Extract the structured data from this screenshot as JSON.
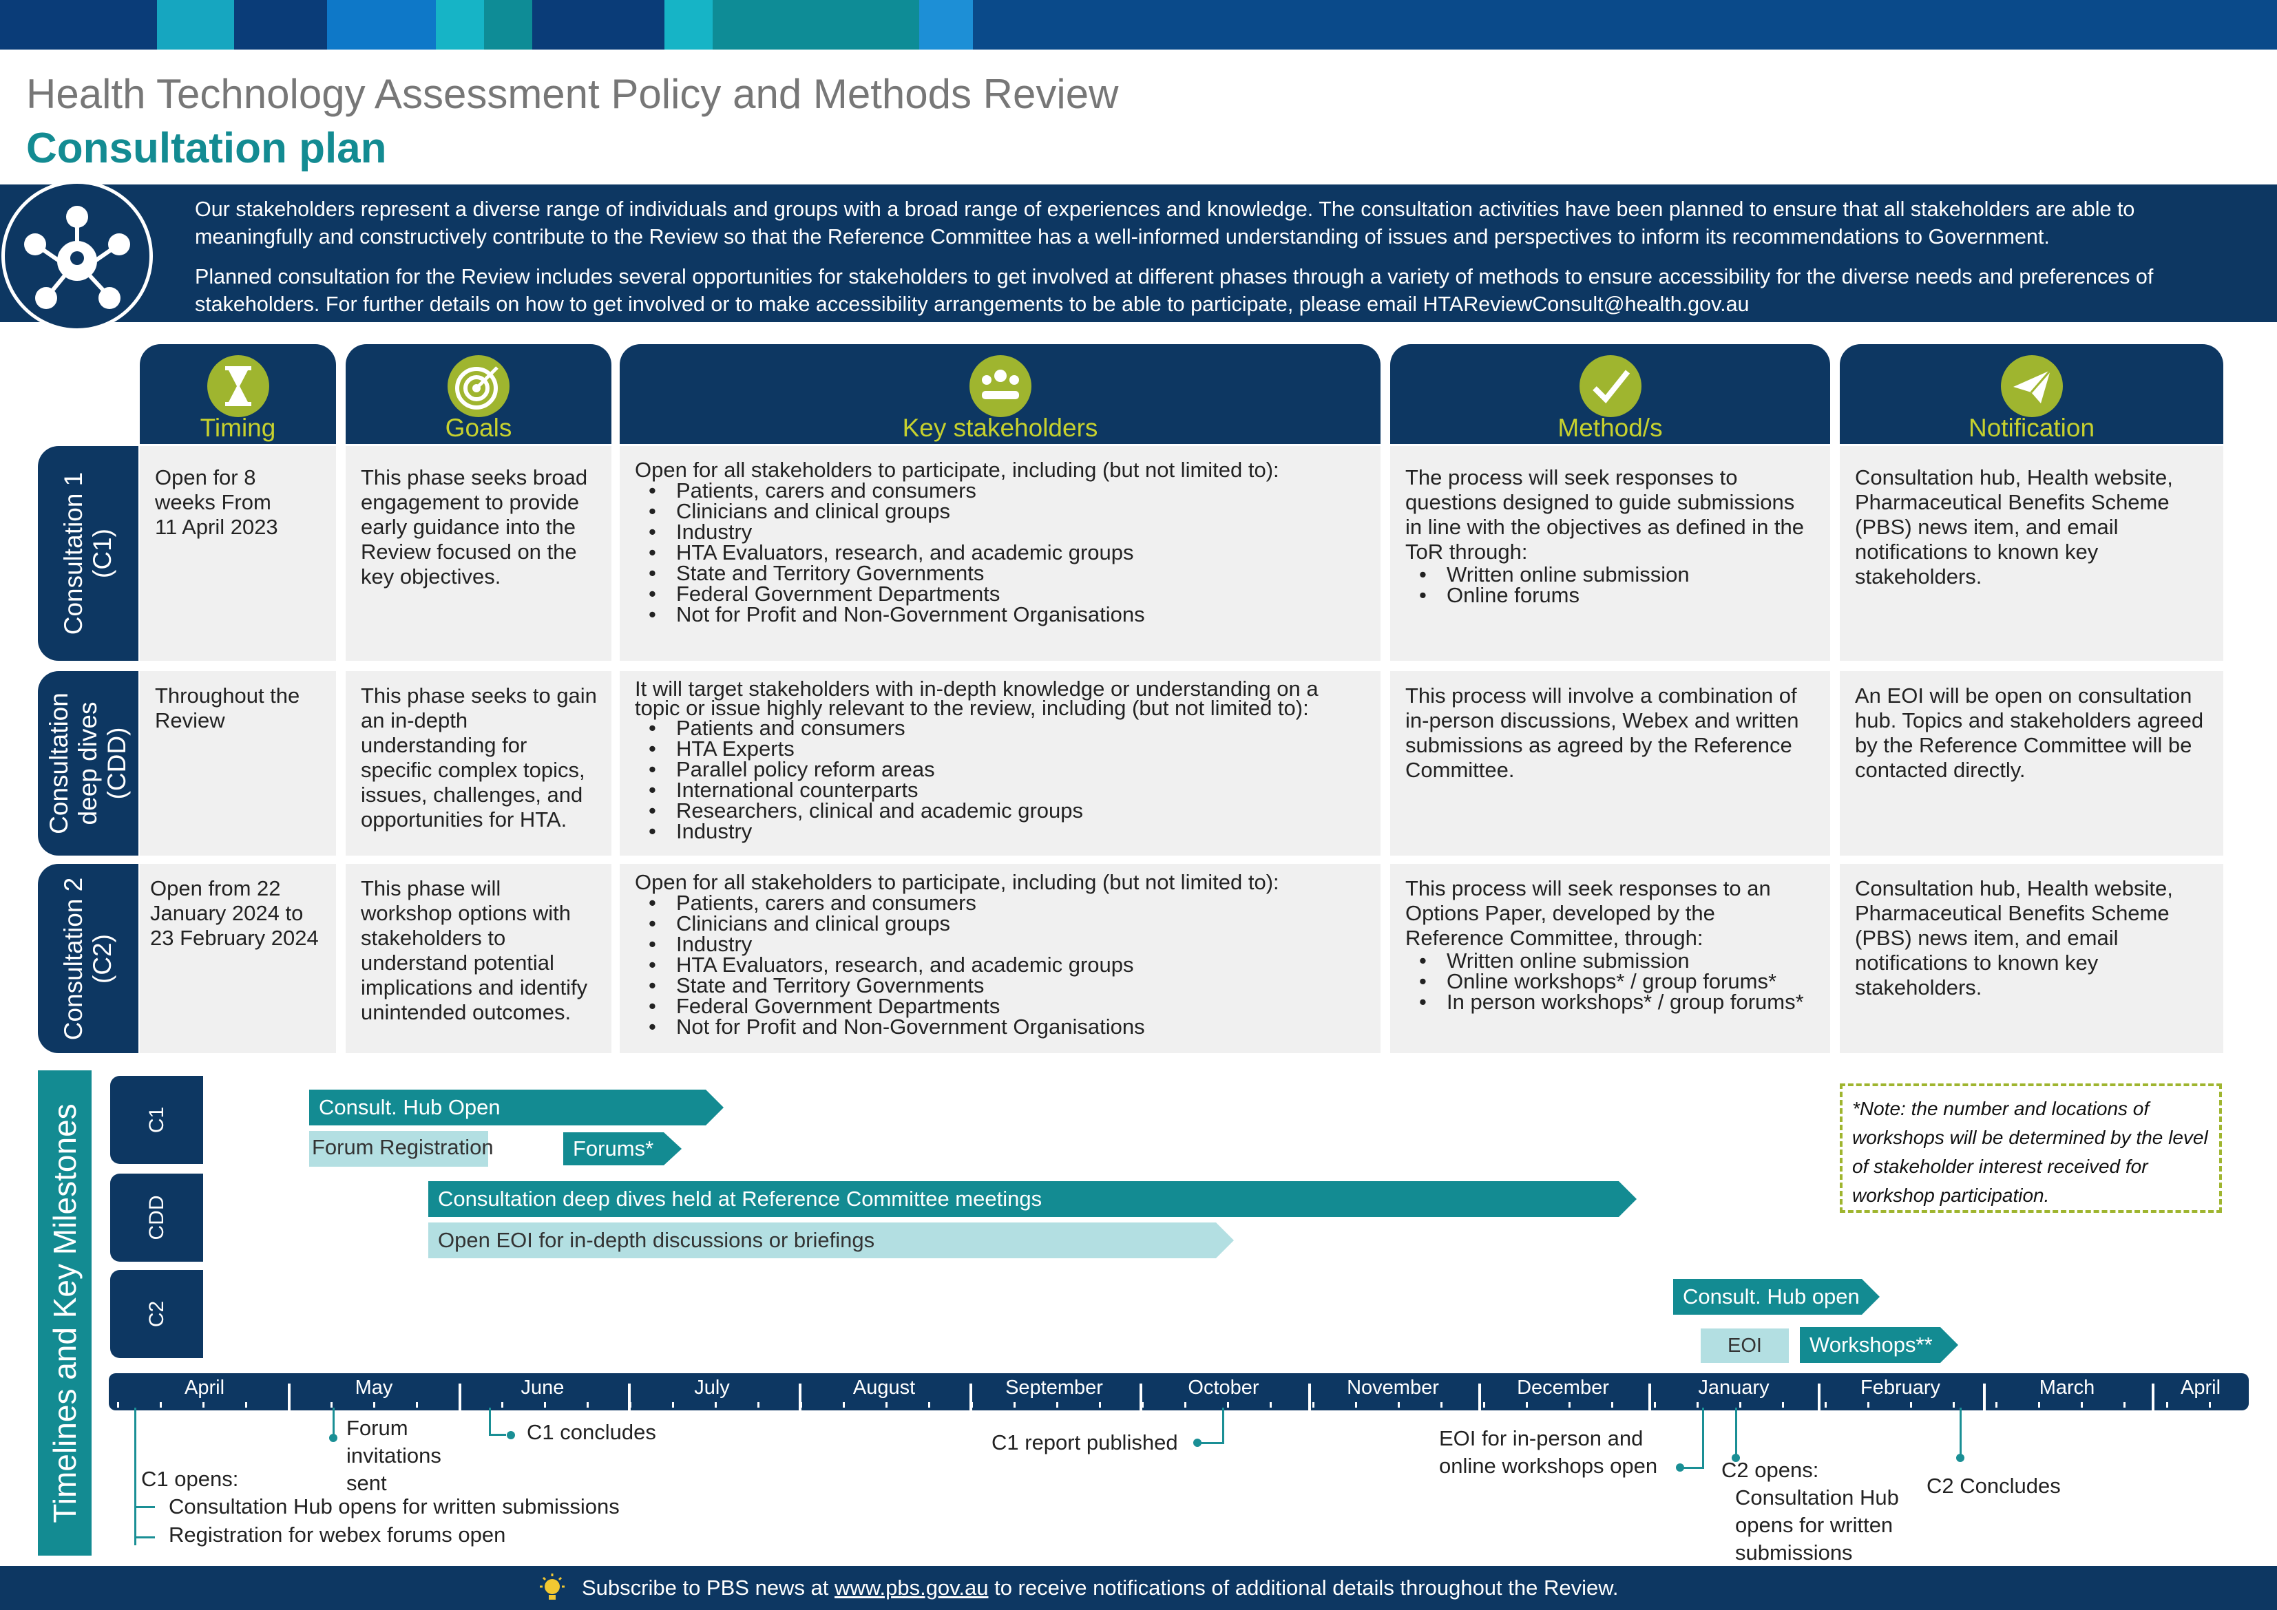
{
  "header": {
    "title": "Health Technology Assessment Policy and Methods Review",
    "subtitle": "Consultation plan"
  },
  "intro": {
    "p1": "Our stakeholders represent a diverse range of individuals and groups with a broad range of experiences and knowledge. The consultation activities have been planned to ensure that all stakeholders are able to meaningfully and constructively contribute to the Review so that the Reference Committee has a well-informed understanding of issues and perspectives to inform its recommendations to Government.",
    "p2": "Planned consultation for the Review includes several opportunities for stakeholders to get involved at different phases through a variety of methods to ensure accessibility for the diverse needs and preferences of stakeholders. For further details on how to get involved or to make accessibility arrangements to be able to participate, please email HTAReviewConsult@health.gov.au"
  },
  "columns": {
    "timing": "Timing",
    "goals": "Goals",
    "stakeholders": "Key stakeholders",
    "methods": "Method/s",
    "notification": "Notification"
  },
  "rows": {
    "c1": {
      "label": "Consultation 1 (C1)",
      "timing": "Open for 8 weeks From 11 April 2023",
      "goals": "This phase seeks broad engagement to provide early guidance into the Review focused on the key objectives.",
      "stakeholders_intro": "Open for all stakeholders to participate, including (but not limited to):",
      "stakeholders": [
        "Patients, carers and consumers",
        "Clinicians and clinical groups",
        "Industry",
        "HTA Evaluators, research, and academic groups",
        "State and Territory Governments",
        "Federal Government Departments",
        "Not for Profit and Non-Government Organisations"
      ],
      "methods_intro": "The process will seek responses to questions designed to guide submissions in line with the objectives as defined in the ToR through:",
      "methods": [
        "Written online submission",
        "Online forums"
      ],
      "notification": "Consultation hub, Health website, Pharmaceutical Benefits Scheme (PBS) news item, and email notifications to known key stakeholders."
    },
    "cdd": {
      "label": "Consultation deep dives (CDD)",
      "timing": "Throughout the Review",
      "goals": "This phase seeks to gain an in-depth understanding for specific complex topics, issues, challenges, and opportunities for HTA.",
      "stakeholders_intro": "It will target stakeholders with in-depth knowledge or understanding on a topic or issue highly relevant to the review, including (but not limited to):",
      "stakeholders": [
        "Patients and consumers",
        "HTA Experts",
        "Parallel policy reform areas",
        "International counterparts",
        "Researchers, clinical and academic  groups",
        "Industry"
      ],
      "methods_intro": "This process will involve a combination of in-person discussions, Webex and written submissions as agreed by the Reference Committee.",
      "notification": "An EOI will be open on consultation hub. Topics and stakeholders  agreed by the Reference Committee will be contacted directly."
    },
    "c2": {
      "label": "Consultation 2 (C2)",
      "timing": "Open from 22 January 2024 to 23 February 2024",
      "goals": "This phase will workshop options with stakeholders to understand potential implications and identify unintended outcomes.",
      "stakeholders_intro": "Open for all stakeholders to participate, including (but not limited to):",
      "stakeholders": [
        "Patients, carers and consumers",
        "Clinicians and clinical groups",
        "Industry",
        "HTA Evaluators, research, and academic groups",
        "State and Territory Governments",
        "Federal Government Departments",
        "Not for Profit and Non-Government Organisations"
      ],
      "methods_intro": "This process will seek responses to an Options Paper, developed by the Reference Committee, through:",
      "methods": [
        "Written online submission",
        "Online workshops* / group forums*",
        "In person workshops* / group forums*"
      ],
      "notification": "Consultation hub, Health website, Pharmaceutical Benefits Scheme (PBS) news item, and email notifications to known key stakeholders."
    }
  },
  "timeline": {
    "label": "Timelines and Key Milestones",
    "lanes": [
      "C1",
      "CDD",
      "C2"
    ],
    "bars": {
      "c1_hub": "Consult. Hub Open",
      "c1_reg": "Forum Registration",
      "c1_forums": "Forums*",
      "cdd_held": "Consultation deep dives held at Reference Committee meetings",
      "cdd_eoi": "Open EOI for in-depth discussions or briefings",
      "c2_hub": "Consult. Hub open",
      "c2_eoi": "EOI",
      "c2_workshops": "Workshops**"
    },
    "months": [
      "April",
      "May",
      "June",
      "July",
      "August",
      "September",
      "October",
      "November",
      "December",
      "January",
      "February",
      "March",
      "April"
    ],
    "note": "*Note: the number and locations of workshops will be determined by the level of stakeholder interest received for workshop participation.",
    "milestones": {
      "c1_opens": "C1 opens:",
      "c1_hub_written": "Consultation Hub opens for written submissions",
      "c1_webex": "Registration for webex forums open",
      "forum_invites": "Forum invitations sent",
      "c1_concludes": "C1 concludes",
      "c1_report": "C1 report  published",
      "eoi_workshops": "EOI for in-person and online workshops open",
      "c2_opens": "C2 opens:",
      "c2_hub_written": "Consultation Hub opens for written submissions",
      "c2_concludes": "C2 Concludes"
    }
  },
  "footer": {
    "pre": "Subscribe to PBS news at ",
    "link": "www.pbs.gov.au",
    "post": " to receive notifications of additional details throughout the Review."
  },
  "colors": {
    "navy": "#0d3762",
    "teal": "#138b92",
    "light_teal": "#b3dfe2",
    "lime": "#c7d12e",
    "icon_green": "#9fb52f"
  },
  "icons": [
    "network-icon",
    "hourglass-icon",
    "target-icon",
    "people-icon",
    "checkmark-pen-icon",
    "paper-plane-icon",
    "lightbulb-icon"
  ]
}
